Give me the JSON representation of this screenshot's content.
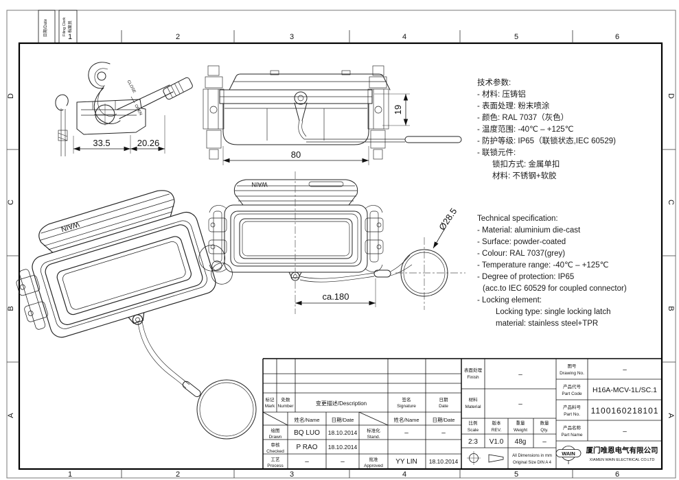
{
  "sheet": {
    "cols": [
      "1",
      "2",
      "3",
      "4",
      "5",
      "6"
    ],
    "rows": [
      "D",
      "C",
      "B",
      "A"
    ],
    "corner_date": "日期/Date",
    "corner_filing_cn": "档案员",
    "corner_filing_en": "Filing Clerk"
  },
  "views": {
    "side": {
      "close": "CLOSE",
      "open": "OPEN",
      "dim_width": "33.5",
      "dim_handle": "20.26"
    },
    "front": {
      "dim_width": "80",
      "dim_height": "19"
    },
    "top": {
      "logo": "WAIN",
      "dim_length": "ca.180",
      "dim_ring": "Ø28.5"
    },
    "iso": {
      "logo": "WAIN"
    }
  },
  "spec_cn": {
    "lines": [
      "技术参数:",
      "- 材料: 压铸铝",
      "- 表面处理: 粉末喷涂",
      "- 颜色: RAL 7037（灰色）",
      "- 温度范围: -40℃ – +125℃",
      "- 防护等级: IP65（联锁状态,IEC 60529)",
      "- 联锁元件:",
      "锁扣方式: 金属单扣",
      "材料: 不锈钢+软胶"
    ]
  },
  "spec_en": {
    "lines": [
      "Technical specification:",
      "- Material: aluminium die-cast",
      "- Surface: powder-coated",
      "- Colour: RAL 7037(grey)",
      "- Temperature range: -40℃ – +125℃",
      "- Degree of protection: IP65",
      "(acc.to IEC 60529 for coupled connector)",
      "- Locking element:",
      "Locking type: single locking latch",
      "material: stainless steel+TPR"
    ]
  },
  "title_block": {
    "mark_cn": "标记",
    "mark_en": "Mark",
    "number_cn": "处数",
    "number_en": "Number",
    "description": "变更描述/Description",
    "signature_cn": "签名",
    "signature_en": "Signature",
    "date_cn": "日期",
    "date_en": "Date",
    "name_header": "姓名/Name",
    "date_header": "日期/Date",
    "drawn_cn": "绘图",
    "drawn_en": "Drawn",
    "drawn_name": "BQ LUO",
    "drawn_date": "18.10.2014",
    "stand_cn": "标准化",
    "stand_en": "Stand.",
    "stand_name": "–",
    "stand_date": "–",
    "checked_cn": "审核",
    "checked_en": "Checked",
    "checked_name": "P RAO",
    "checked_date": "18.10.2014",
    "process_cn": "工艺",
    "process_en": "Process",
    "process_name": "–",
    "process_date": "–",
    "approved_cn": "批准",
    "approved_en": "Approved",
    "approved_name": "YY LIN",
    "approved_date": "18.10.2014",
    "finish_cn": "表面处理",
    "finish_en": "Finish",
    "finish_value": "–",
    "material_cn": "材料",
    "material_en": "Material",
    "material_value": "–",
    "scale_cn": "比例",
    "scale_en": "Scale",
    "scale_value": "2:3",
    "rev_cn": "版本",
    "rev_en": "REV.",
    "rev_value": "V1.0",
    "weight_cn": "重量",
    "weight_en": "Weight",
    "weight_value": "48g",
    "qty_cn": "数量",
    "qty_en": "Qty.",
    "qty_value": "–",
    "note_line1": "All Dimensions in mm",
    "note_line2": "Original Size DIN A 4",
    "drawing_no_cn": "图号",
    "drawing_no_en": "Drawing No.",
    "drawing_no_value": "–",
    "part_code_cn": "产品代号",
    "part_code_en": "Part Code",
    "part_code_value": "H16A-MCV-1L/SC.1",
    "part_no_cn": "产品料号",
    "part_no_en": "Part No.",
    "part_no_value": "1100160218101",
    "part_name_cn": "产品名称",
    "part_name_en": "Part Name",
    "part_name_value": "–",
    "logo": "WAIN",
    "company_cn": "厦门唯恩电气有限公司",
    "company_en": "XIAMEN WAIN ELECTRICAL CO.LTD"
  }
}
